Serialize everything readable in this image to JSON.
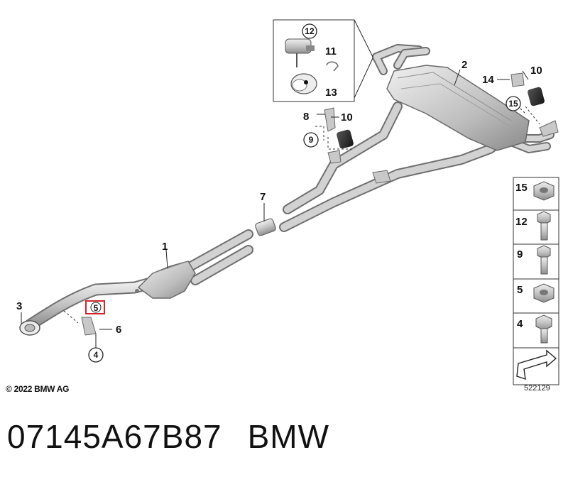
{
  "diagram": {
    "callouts": {
      "c1": "1",
      "c2": "2",
      "c3": "3",
      "c4": "4",
      "c5": "5",
      "c6": "6",
      "c7": "7",
      "c8": "8",
      "c9": "9",
      "c10a": "10",
      "c10b": "10",
      "c11": "11",
      "c12": "12",
      "c13": "13",
      "c14": "14",
      "c15": "15"
    },
    "legend": {
      "items": [
        "15",
        "12",
        "9",
        "5",
        "4"
      ]
    },
    "copyright": "© 2022 BMW AG",
    "diagram_number": "522129"
  },
  "footer": {
    "part_number": "07145A67B87",
    "brand": "BMW"
  },
  "colors": {
    "pipe": "#c9c9c9",
    "pipe_edge": "#6f6f6f",
    "highlight_box": "#d0262b"
  }
}
